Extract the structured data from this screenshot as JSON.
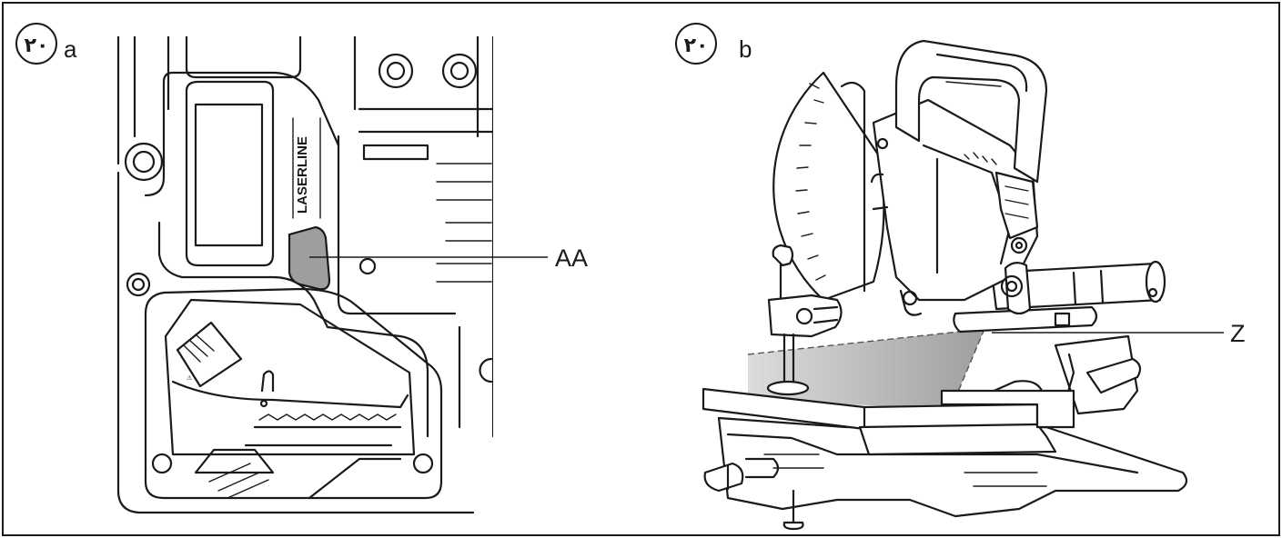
{
  "panels": [
    {
      "id": "a",
      "figure_number": "٢٠",
      "letter": "a",
      "callouts": [
        {
          "label": "AA",
          "target": "laser-button"
        }
      ],
      "embossed_text": "LASERLINE"
    },
    {
      "id": "b",
      "figure_number": "٢٠",
      "letter": "b",
      "callouts": [
        {
          "label": "Z",
          "target": "laser-line-on-workpiece"
        }
      ]
    }
  ],
  "colors": {
    "line": "#1a1a1a",
    "laser_shade": "#9a9a9a",
    "button_fill": "#9e9e9e"
  }
}
